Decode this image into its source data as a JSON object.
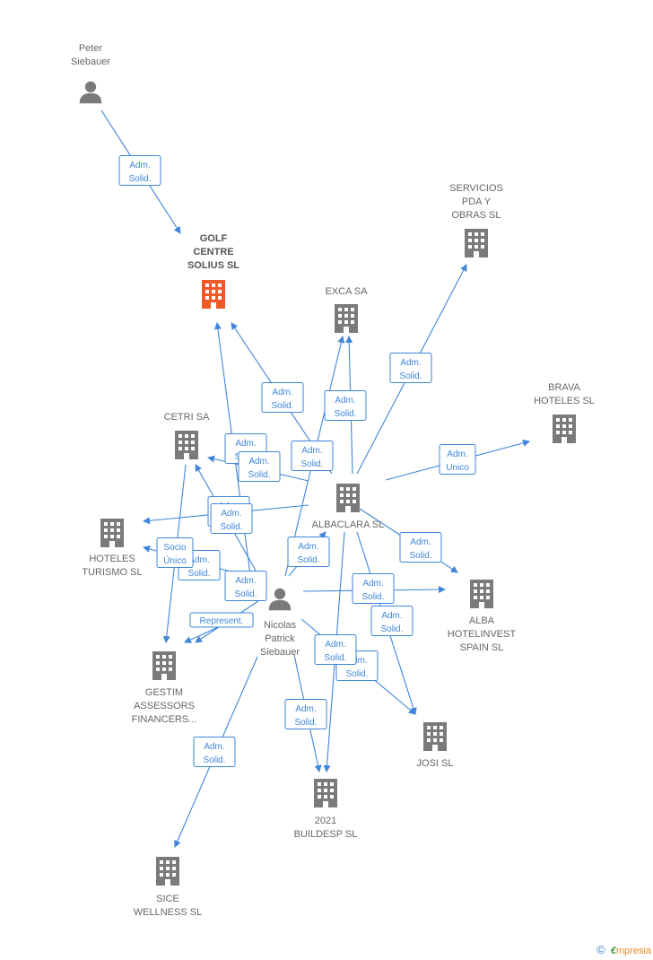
{
  "colors": {
    "edge": "#3f86d9",
    "node": "#7a7a7a",
    "highlight": "#f05a28",
    "label": "#666666"
  },
  "nodes": [
    {
      "id": "peter",
      "kind": "person",
      "lines": [
        "Peter",
        "Siebauer"
      ]
    },
    {
      "id": "golf",
      "kind": "company",
      "highlight": true,
      "lines": [
        "GOLF",
        "CENTRE",
        "SOLIUS  SL"
      ]
    },
    {
      "id": "servicios",
      "kind": "company",
      "lines": [
        "SERVICIOS",
        "PDA Y",
        "OBRAS  SL"
      ]
    },
    {
      "id": "exca",
      "kind": "company",
      "lines": [
        "EXCA SA"
      ]
    },
    {
      "id": "brava",
      "kind": "company",
      "lines": [
        "BRAVA",
        "HOTELES  SL"
      ]
    },
    {
      "id": "cetri",
      "kind": "company",
      "lines": [
        "CETRI SA"
      ]
    },
    {
      "id": "albaclara",
      "kind": "company",
      "lines": [
        "ALBACLARA SL"
      ]
    },
    {
      "id": "hoteles",
      "kind": "company",
      "lines": [
        "HOTELES",
        "TURISMO  SL"
      ]
    },
    {
      "id": "alba",
      "kind": "company",
      "lines": [
        "ALBA",
        "HOTELINVEST",
        "SPAIN  SL"
      ]
    },
    {
      "id": "nicolas",
      "kind": "person",
      "lines": [
        "Nicolas",
        "Patrick",
        "Siebauer"
      ]
    },
    {
      "id": "gestim",
      "kind": "company",
      "lines": [
        "GESTIM",
        "ASSESSORS",
        "FINANCERS..."
      ]
    },
    {
      "id": "josi",
      "kind": "company",
      "lines": [
        "JOSI SL"
      ]
    },
    {
      "id": "buildesp",
      "kind": "company",
      "lines": [
        "2021",
        "BUILDESP  SL"
      ]
    },
    {
      "id": "sice",
      "kind": "company",
      "lines": [
        "SICE",
        "WELLNESS  SL"
      ]
    }
  ],
  "edges": [
    {
      "from": "peter",
      "to": "golf",
      "lines": [
        "Adm.",
        "Solid."
      ]
    },
    {
      "from": "nicolas",
      "to": "golf",
      "lines": [
        "Adm.",
        "Solid."
      ]
    },
    {
      "from": "albaclara",
      "to": "golf",
      "lines": [
        "Adm.",
        "Solid."
      ]
    },
    {
      "from": "albaclara",
      "to": "exca",
      "lines": [
        "Adm.",
        "Solid."
      ]
    },
    {
      "from": "nicolas",
      "to": "exca",
      "lines": [
        "Adm.",
        "Solid."
      ]
    },
    {
      "from": "albaclara",
      "to": "servicios",
      "lines": [
        "Adm.",
        "Solid."
      ]
    },
    {
      "from": "albaclara",
      "to": "brava",
      "lines": [
        "Adm.",
        "Unico"
      ]
    },
    {
      "from": "nicolas",
      "to": "cetri",
      "lines": [
        "Adm.",
        "Solid."
      ]
    },
    {
      "from": "albaclara",
      "to": "cetri",
      "lines": [
        "Adm.",
        "Solid."
      ]
    },
    {
      "from": "albaclara",
      "to": "hoteles",
      "lines": [
        "Adm.",
        "Solid."
      ]
    },
    {
      "from": "nicolas",
      "to": "hoteles",
      "lines": [
        "Adm.",
        "Solid."
      ]
    },
    {
      "from": "cetri",
      "to": "gestim",
      "lines": [
        "Socio",
        "Único"
      ]
    },
    {
      "from": "nicolas",
      "to": "albaclara",
      "lines": [
        "Adm.",
        "Solid."
      ]
    },
    {
      "from": "albaclara",
      "to": "alba",
      "lines": [
        "Adm.",
        "Solid."
      ]
    },
    {
      "from": "nicolas",
      "to": "alba",
      "lines": [
        "Adm.",
        "Solid."
      ]
    },
    {
      "from": "albaclara",
      "to": "josi",
      "lines": [
        "Adm.",
        "Solid."
      ]
    },
    {
      "from": "nicolas",
      "to": "josi",
      "lines": [
        "Adm.",
        "Solid."
      ]
    },
    {
      "from": "nicolas",
      "to": "gestim",
      "lines": [
        "Represent."
      ]
    },
    {
      "from": "nicolas",
      "to": "gestim",
      "lines": [
        "Adm.",
        "Solid."
      ]
    },
    {
      "from": "nicolas",
      "to": "buildesp",
      "lines": [
        "Adm.",
        "Solid."
      ]
    },
    {
      "from": "albaclara",
      "to": "buildesp",
      "lines": [
        "Adm.",
        "Solid."
      ]
    },
    {
      "from": "nicolas",
      "to": "sice",
      "lines": [
        "Adm.",
        "Solid."
      ]
    }
  ],
  "brand": {
    "symbol": "©",
    "first": "€",
    "rest": "mpresia"
  }
}
